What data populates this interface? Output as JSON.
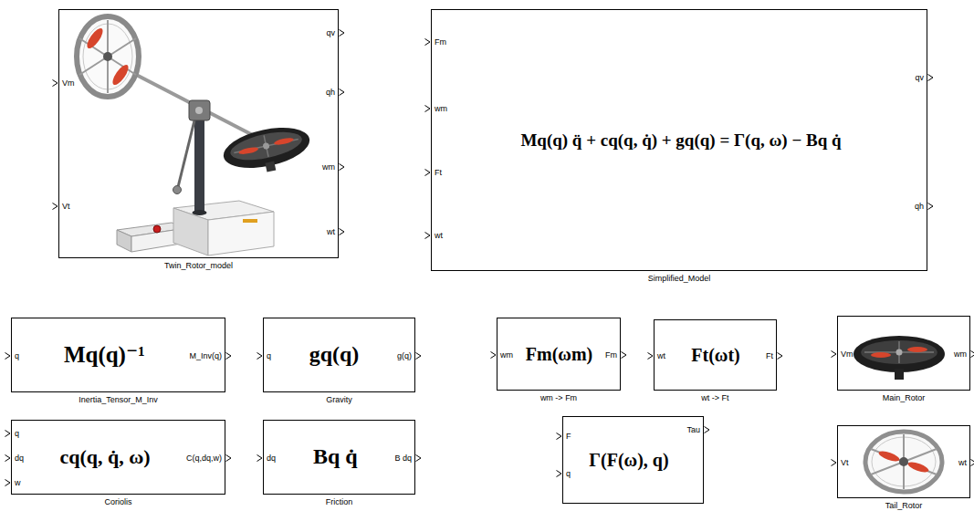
{
  "diagram": {
    "nodes": [
      {
        "text": [
          "Twin_Rotor_model",
          "Vm",
          "Vt",
          "qv",
          "qh",
          "wm",
          "wt"
        ]
      },
      {
        "text": [
          "Simplified_Model",
          "Mq(q) q̈ + cq(q, q̇) + gq(q) = Γ(q, ω) − Bq q̇",
          "Fm",
          "wm",
          "Ft",
          "wt",
          "qv",
          "qh"
        ]
      },
      {
        "text": [
          "Inertia_Tensor_M_Inv",
          "Mq(q)⁻¹",
          "q",
          "M_Inv(q)"
        ]
      },
      {
        "text": [
          "Gravity",
          "gq(q)",
          "q",
          "g(q)"
        ]
      },
      {
        "text": [
          "wm -> Fm",
          "Fm(ωm)",
          "wm",
          "Fm"
        ]
      },
      {
        "text": [
          "wt -> Ft",
          "Ft(ωt)",
          "wt",
          "Ft"
        ]
      },
      {
        "text": [
          "Main_Rotor",
          "Vm",
          "wm"
        ]
      },
      {
        "text": [
          "Coriolis",
          "cq(q, q̇, ω)",
          "q",
          "dq",
          "w",
          "C(q,dq,w)"
        ]
      },
      {
        "text": [
          "Friction",
          "Bq q̇",
          "dq",
          "B dq"
        ]
      },
      {
        "text": [
          "Γ(F(ω), q)",
          "F",
          "q",
          "Tau"
        ]
      },
      {
        "text": [
          "Tail_Rotor",
          "Vt",
          "wt"
        ]
      }
    ]
  }
}
